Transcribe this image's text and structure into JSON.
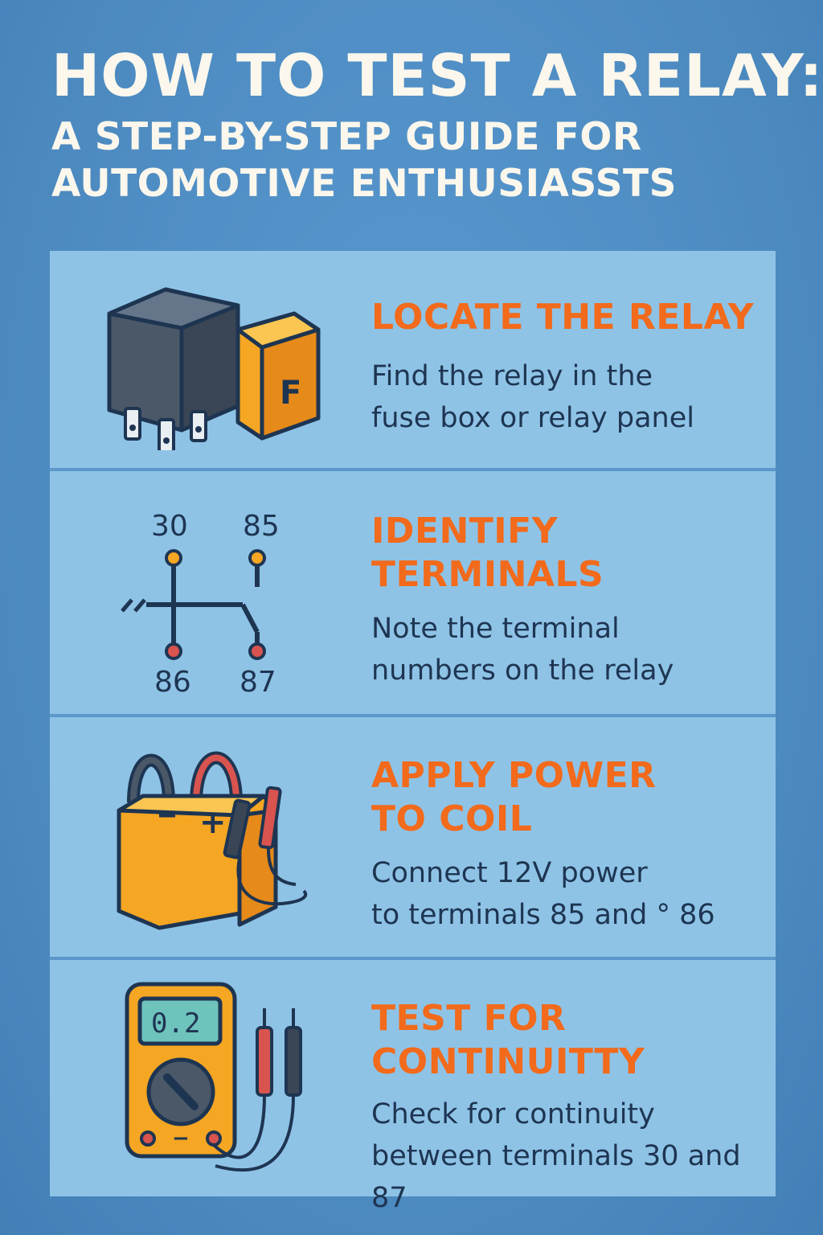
{
  "header": {
    "title": "HOW TO TEST A RELAY:",
    "subtitle": "A STEP-BY-STEP GUIDE FOR\nAUTOMOTIVE ENTHUSIASSTS"
  },
  "steps": [
    {
      "title": "LOCATE THE RELAY",
      "description": "Find the relay in the\nfuse box or relay panel",
      "icon": "relay-fuse-icon",
      "fuse_letter": "F"
    },
    {
      "title": "IDENTIFY\nTERMINALS",
      "description": "Note the terminal\nnumbers on the relay",
      "icon": "terminal-diagram-icon",
      "terminals": [
        "30",
        "85",
        "86",
        "87"
      ]
    },
    {
      "title": "APPLY POWER\nTO COIL",
      "description": "Connect 12V power\nto terminals 85 and ° 86",
      "icon": "battery-probes-icon",
      "battery_symbol": "+"
    },
    {
      "title": "TEST FOR\nCONTINUITTY",
      "description": "Check for continuity\nbetween terminals 30 and 87",
      "icon": "multimeter-icon",
      "meter_reading": "0.2",
      "meter_symbol": "−"
    }
  ],
  "colors": {
    "background": "#4f8fc4",
    "panel": "#8ec3e6",
    "title_text": "#fbf7ec",
    "step_title": "#f26a1b",
    "body_text": "#1e3552",
    "accent_orange": "#f5a623",
    "relay_gray": "#4a5868",
    "probe_red": "#d9534f"
  }
}
